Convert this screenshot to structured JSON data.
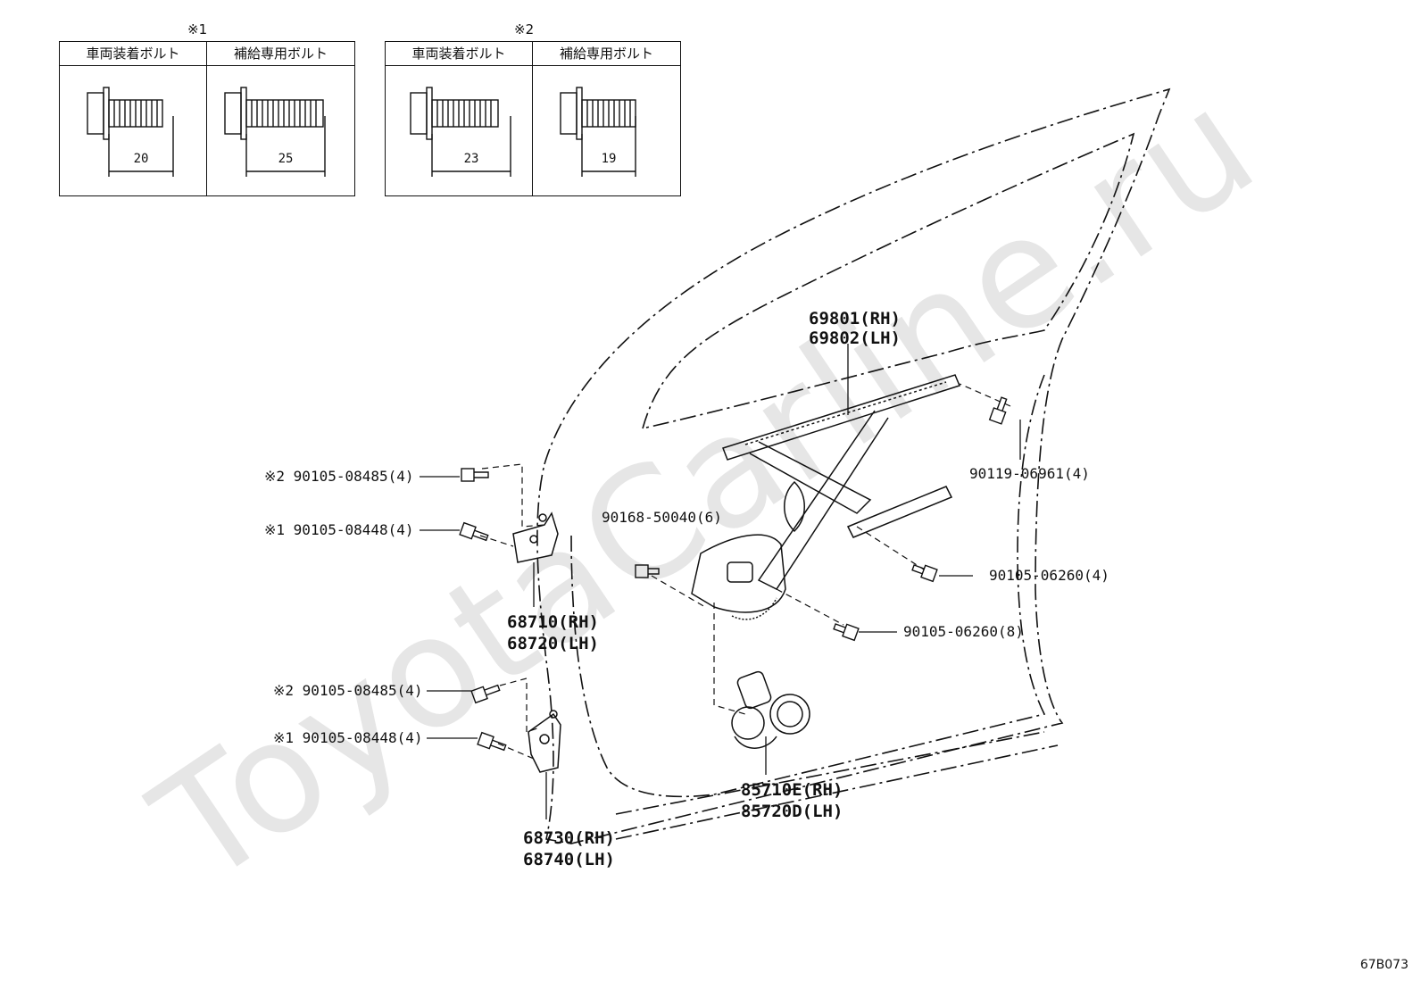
{
  "watermark": "ToyotaCarline.ru",
  "diagram_code": "67B073",
  "bolt_tables": [
    {
      "mark": "※1",
      "columns": [
        {
          "header": "車両装着ボルト",
          "dimension": "20"
        },
        {
          "header": "補給専用ボルト",
          "dimension": "25"
        }
      ]
    },
    {
      "mark": "※2",
      "columns": [
        {
          "header": "車両装着ボルト",
          "dimension": "23"
        },
        {
          "header": "補給専用ボルト",
          "dimension": "19"
        }
      ]
    }
  ],
  "callouts": {
    "regulator": {
      "rh": "69801(RH)",
      "lh": "69802(LH)"
    },
    "bolt_90119": "90119-06961(4)",
    "bolt_top_left_2": "※2  90105-08485(4)",
    "bolt_top_left_1": "※1  90105-08448(4)",
    "bolt_90168": "90168-50040(6)",
    "bolt_06260_a": "90105-06260(4)",
    "bolt_06260_b": "90105-06260(8)",
    "upper_hinge": {
      "rh": "68710(RH)",
      "lh": "68720(LH)"
    },
    "bolt_bottom_left_2": "※2  90105-08485(4)",
    "bolt_bottom_left_1": "※1  90105-08448(4)",
    "motor": {
      "rh": "85710E(RH)",
      "lh": "85720D(LH)"
    },
    "lower_hinge": {
      "rh": "68730(RH)",
      "lh": "68740(LH)"
    }
  }
}
